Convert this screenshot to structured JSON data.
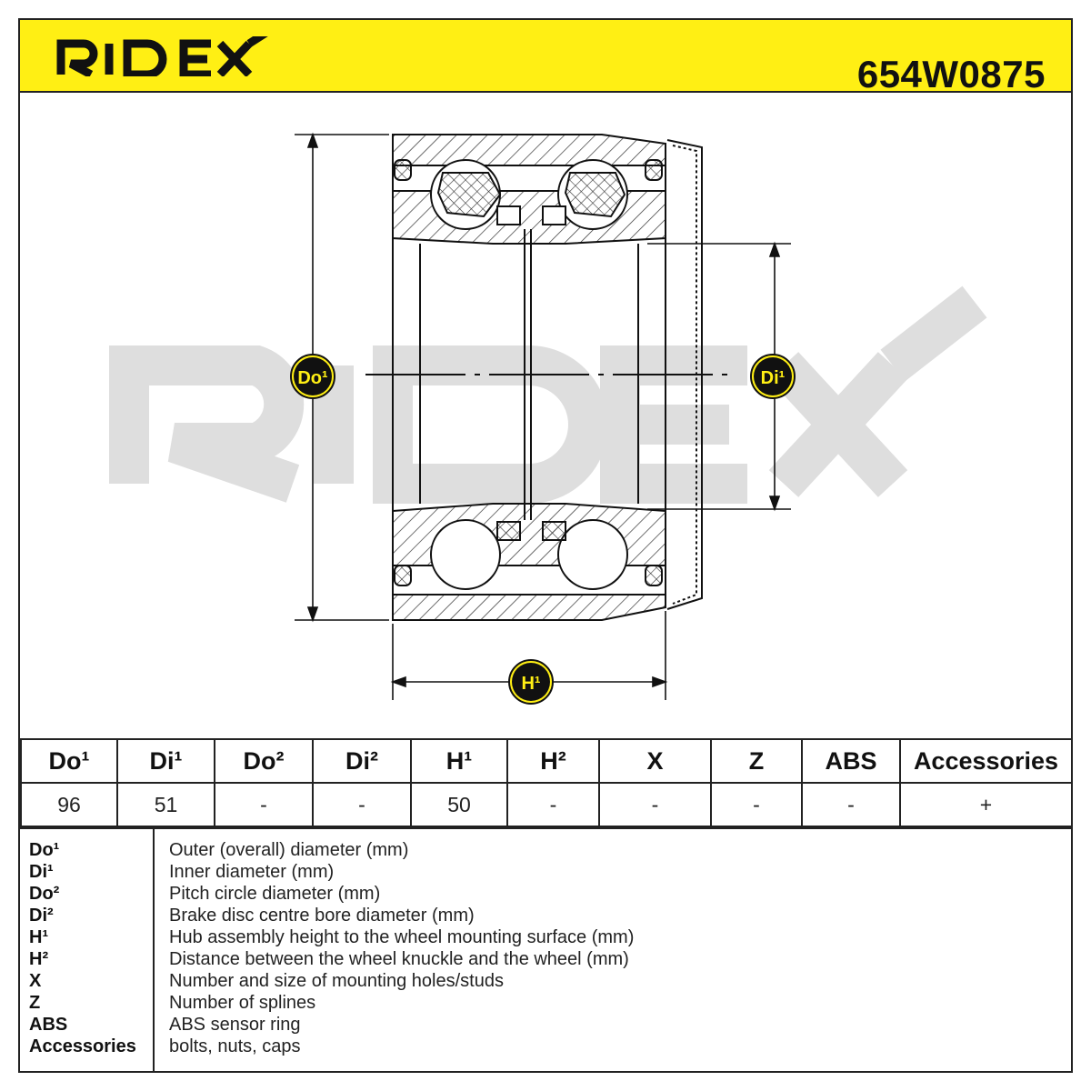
{
  "header": {
    "brand": "RIDEX",
    "part_number": "654W0875",
    "brand_color": "#111111",
    "background_color": "#ffef14"
  },
  "diagram": {
    "watermark": "RIDEX",
    "labels": {
      "do1": "Do¹",
      "di1": "Di¹",
      "h1": "H¹"
    },
    "badge_color": "#ffef14"
  },
  "table": {
    "headers": [
      "Do¹",
      "Di¹",
      "Do²",
      "Di²",
      "H¹",
      "H²",
      "X",
      "Z",
      "ABS",
      "Accessories"
    ],
    "values": [
      "96",
      "51",
      "-",
      "-",
      "50",
      "-",
      "-",
      "-",
      "-",
      "+"
    ]
  },
  "legend": [
    {
      "key": "Do¹",
      "desc": "Outer (overall) diameter (mm)"
    },
    {
      "key": "Di¹",
      "desc": "Inner diameter (mm)"
    },
    {
      "key": "Do²",
      "desc": "Pitch circle diameter (mm)"
    },
    {
      "key": "Di²",
      "desc": "Brake disc centre bore diameter (mm)"
    },
    {
      "key": "H¹",
      "desc": "Hub assembly height to the wheel mounting surface (mm)"
    },
    {
      "key": "H²",
      "desc": "Distance between the wheel knuckle and the wheel (mm)"
    },
    {
      "key": "X",
      "desc": "Number and size of mounting holes/studs"
    },
    {
      "key": "Z",
      "desc": "Number of splines"
    },
    {
      "key": "ABS",
      "desc": "ABS sensor ring"
    },
    {
      "key": "Accessories",
      "desc": "bolts, nuts, caps"
    }
  ]
}
